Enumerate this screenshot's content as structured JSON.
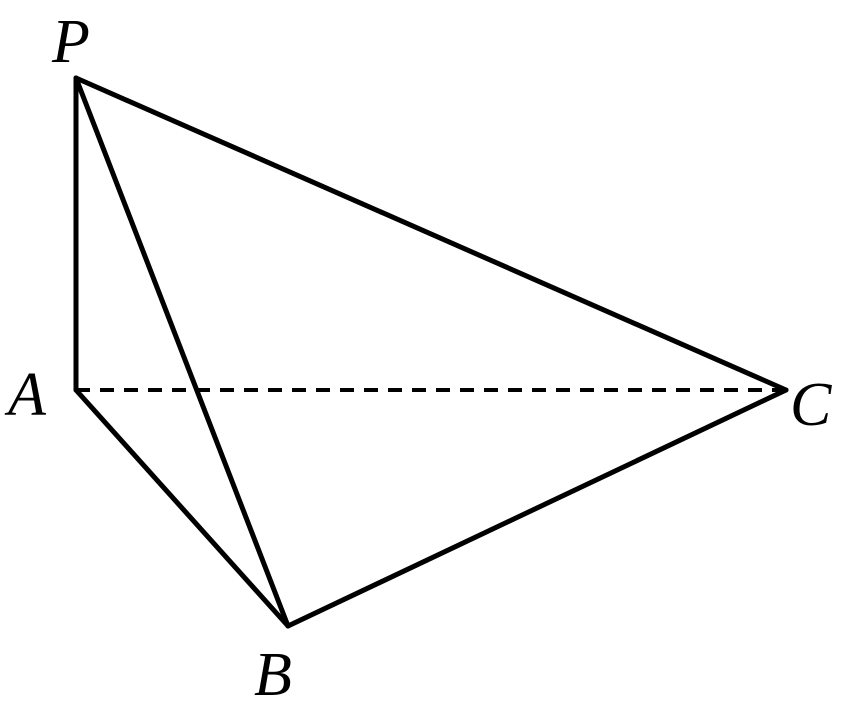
{
  "figure": {
    "vertices": {
      "P": "P",
      "A": "A",
      "B": "B",
      "C": "C"
    },
    "edges": [
      {
        "from": "P",
        "to": "A",
        "style": "solid"
      },
      {
        "from": "P",
        "to": "B",
        "style": "solid"
      },
      {
        "from": "P",
        "to": "C",
        "style": "solid"
      },
      {
        "from": "A",
        "to": "B",
        "style": "solid"
      },
      {
        "from": "B",
        "to": "C",
        "style": "solid"
      },
      {
        "from": "A",
        "to": "C",
        "style": "dashed"
      }
    ],
    "line_color": "#000000",
    "background": "#ffffff"
  }
}
